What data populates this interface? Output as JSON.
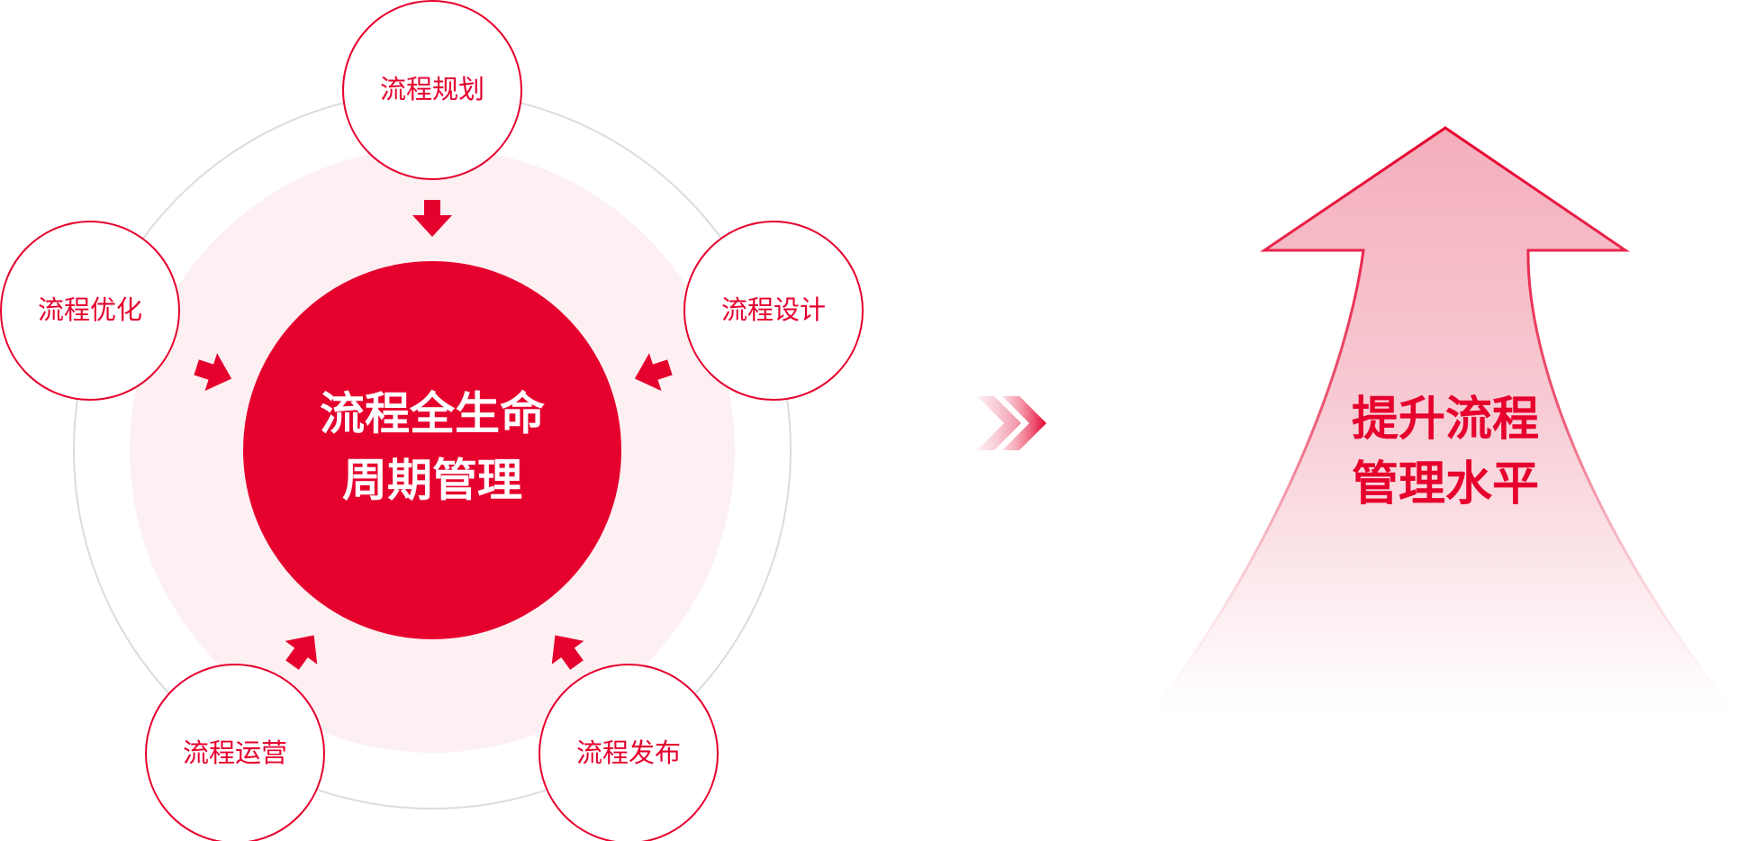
{
  "colors": {
    "accent": "#e6002d",
    "soft_fill": "#fdf0f2",
    "ring_stroke": "#d9d9d9",
    "arrow_fill_top": "#f5b6c2"
  },
  "cycle": {
    "center": {
      "line1": "流程全生命",
      "line2": "周期管理"
    },
    "nodes": [
      {
        "id": "planning",
        "label": "流程规划"
      },
      {
        "id": "design",
        "label": "流程设计"
      },
      {
        "id": "release",
        "label": "流程发布"
      },
      {
        "id": "operation",
        "label": "流程运营"
      },
      {
        "id": "optimization",
        "label": "流程优化"
      }
    ]
  },
  "transition_icon": "double-chevron-right-icon",
  "result": {
    "line1": "提升流程",
    "line2": "管理水平"
  }
}
